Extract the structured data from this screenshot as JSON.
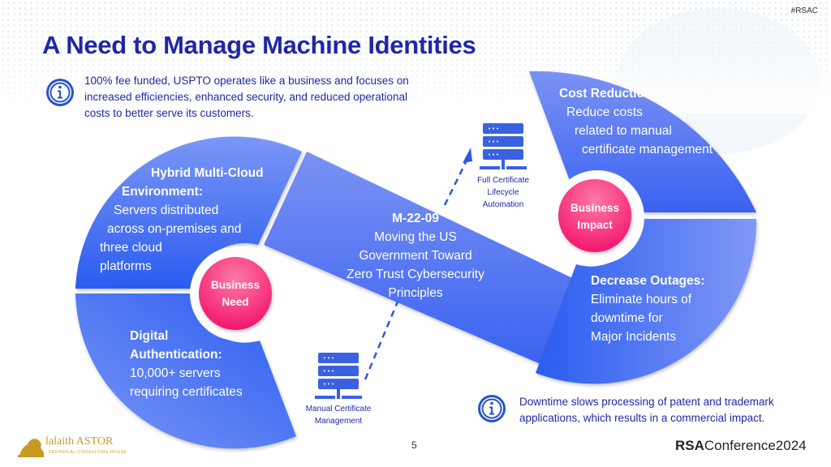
{
  "hashtag": "#RSAC",
  "title": "A Need to Manage Machine Identities",
  "info_top": {
    "icon": "info-icon",
    "text": "100% fee funded, USPTO operates like a business and focuses on increased efficiencies, enhanced security, and reduced operational costs to better serve its customers."
  },
  "info_bottom": {
    "icon": "info-icon",
    "text": "Downtime slows processing of patent and trademark applications, which results in a commercial impact."
  },
  "diagram": {
    "left_hub": "Business Need",
    "left_hub_lines": [
      "Business",
      "Need"
    ],
    "right_hub_lines": [
      "Business",
      "Impact"
    ],
    "hybrid": {
      "heading_lines": [
        "Hybrid Multi-Cloud",
        "Environment:"
      ],
      "body_lines": [
        "Servers distributed",
        "across on-premises and",
        "three cloud",
        "platforms"
      ]
    },
    "digital": {
      "heading_lines": [
        "Digital",
        "Authentication:"
      ],
      "body_lines": [
        "10,000+ servers",
        "requiring certificates"
      ]
    },
    "center": {
      "heading": "M-22-09",
      "body_lines": [
        "Moving the US",
        "Government Toward",
        "Zero Trust Cybersecurity",
        "Principles"
      ]
    },
    "cost": {
      "heading": "Cost Reduction:",
      "body_lines": [
        "Reduce costs",
        "related to manual",
        "certificate management"
      ]
    },
    "outages": {
      "heading": "Decrease Outages:",
      "body_lines": [
        "Eliminate hours of",
        "downtime for",
        "Major Incidents"
      ]
    },
    "server_top": {
      "icon": "server-icon",
      "label_lines": [
        "Full Certificate",
        "Lifecycle",
        "Automation"
      ]
    },
    "server_bottom": {
      "icon": "server-icon",
      "label_lines": [
        "Manual Certificate",
        "Management"
      ]
    }
  },
  "footer": {
    "page_number": "5",
    "logo_text": "lalaith ASTOR",
    "logo_subtext": "TECHNICAL CONSULTING HOUSE",
    "brand_bold": "RSA",
    "brand_rest": "Conference",
    "brand_year": "2024"
  },
  "colors": {
    "title": "#1f27a8",
    "segment_blue": "#3d63f0",
    "hub_pink": "#f0317f",
    "logo_gold": "#c99a22"
  }
}
